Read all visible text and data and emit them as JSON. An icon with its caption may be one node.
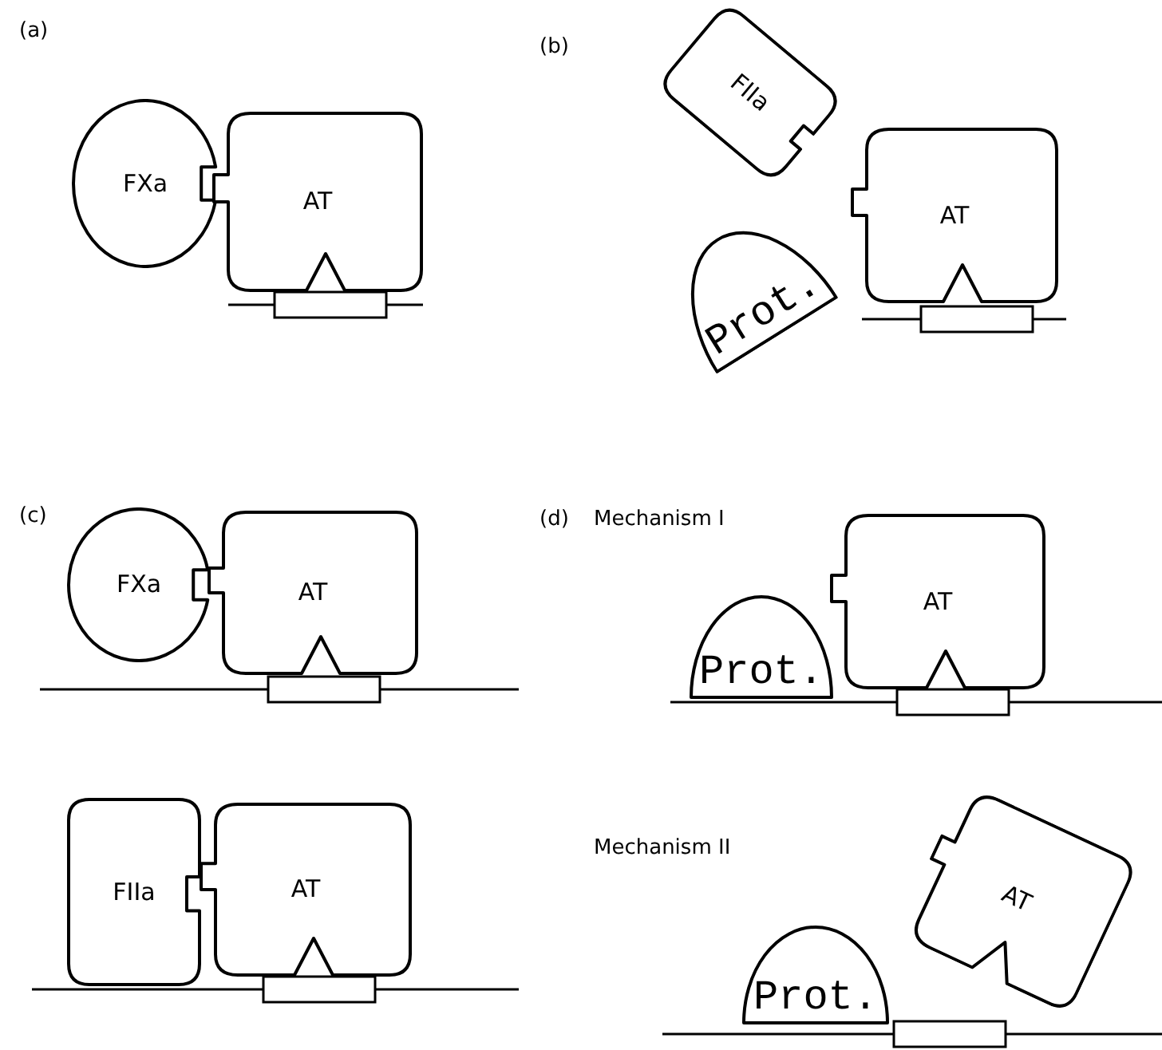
{
  "diagram": {
    "nodes": [
      {
        "text": [
          "FXa"
        ]
      },
      {
        "text": [
          "AT"
        ]
      },
      {
        "text": [
          "FIIa"
        ]
      },
      {
        "text": [
          "Prot."
        ]
      },
      {
        "text": [
          "AT"
        ]
      },
      {
        "text": [
          "FXa"
        ]
      },
      {
        "text": [
          "AT"
        ]
      },
      {
        "text": [
          "FIIa"
        ]
      },
      {
        "text": [
          "AT"
        ]
      },
      {
        "text": [
          "Prot."
        ]
      },
      {
        "text": [
          "AT"
        ]
      },
      {
        "text": [
          "Prot."
        ]
      },
      {
        "text": [
          "AT"
        ]
      }
    ],
    "labels": [
      "(a)",
      "(b)",
      "(c)",
      "(d)",
      "Mechanism I",
      "Mechanism II"
    ]
  }
}
